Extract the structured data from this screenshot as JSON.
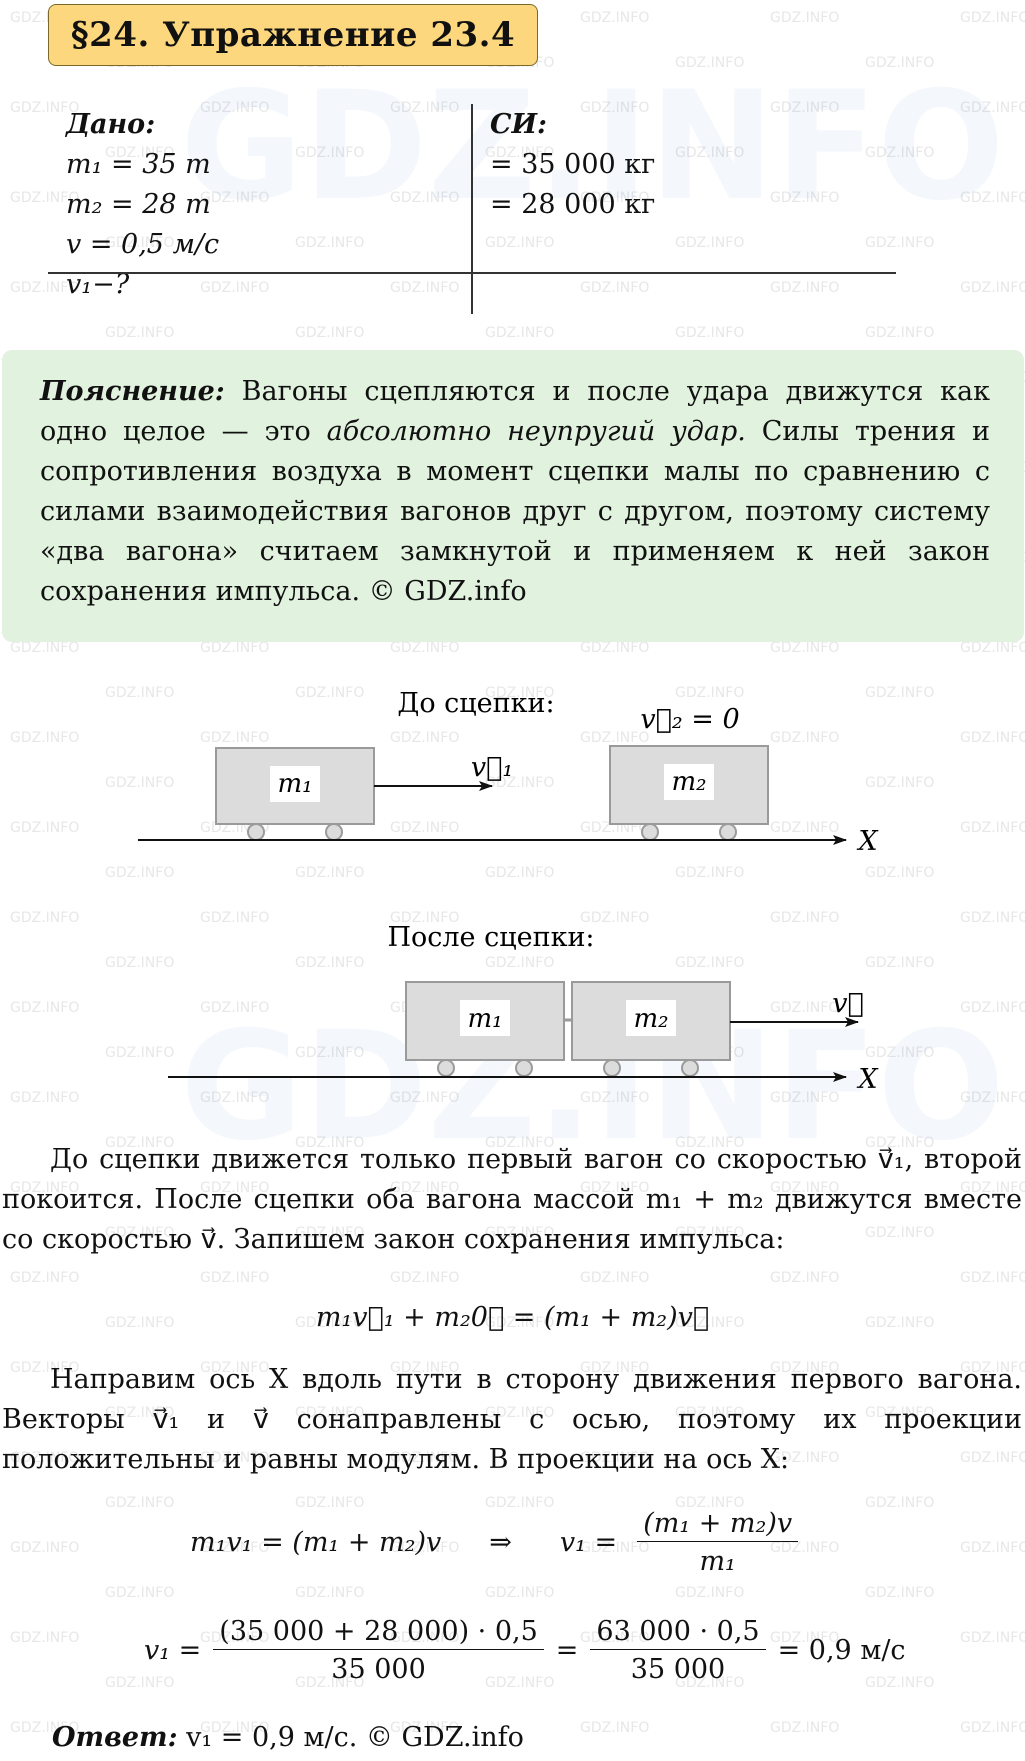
{
  "title": "§24. Упражнение 23.4",
  "watermark": "GDZ.INFO",
  "watermark_logo": "GDZ.INFO",
  "given": {
    "heading": "Дано:",
    "m1": "m₁ = 35 т",
    "m2": "m₂ = 28 т",
    "v": "v = 0,5 м/с",
    "find": "v₁−?"
  },
  "si": {
    "heading": "СИ:",
    "m1": "= 35 000 кг",
    "m2": "= 28 000 кг"
  },
  "explanation": {
    "label": "Пояснение:",
    "text1": " Вагоны сцепляются и после удара движутся как одно целое — это ",
    "italic": "абсолютно неупругий удар.",
    "text2": " Силы трения и сопротивления воздуха в момент сцепки малы по сравнению с силами взаимодействия вагонов друг с другом, поэтому систему «два вагона» считаем замкнутой и применяем к ней закон сохранения импульса. © GDZ.info"
  },
  "figure": {
    "before_caption": "До сцепки:",
    "after_caption": "После сцепки:",
    "v2_label": "v⃗₂ = 0",
    "v1_label": "v⃗₁",
    "v_label": "v⃗",
    "m1_label": "m₁",
    "m2_label": "m₂",
    "axis_label": "X"
  },
  "para1": "До сцепки движется только первый вагон со скоростью v⃗₁, второй покоится. После сцепки оба вагона массой m₁ + m₂ движутся вместе со скоростью v⃗. Запишем закон сохранения импульса:",
  "eq1": "m₁v⃗₁ + m₂0⃗ = (m₁ + m₂)v⃗",
  "para2": "Направим ось X вдоль пути в сторону движения первого вагона. Векторы v⃗₁ и v⃗ сонаправлены с осью, поэтому их проекции положительны и равны модулям. В проекции на ось X:",
  "eq2": {
    "left": "m₁v₁ = (m₁ + m₂)v",
    "arrow": "⇒",
    "result_lhs": "v₁ =",
    "num": "(m₁ + m₂)v",
    "den": "m₁"
  },
  "eq3": {
    "lhs": "v₁ =",
    "num1": "(35 000 + 28 000) · 0,5",
    "den1": "35 000",
    "eqsign": "=",
    "num2": "63 000 · 0,5",
    "den2": "35 000",
    "result": "= 0,9 м/с"
  },
  "answer": {
    "label": "Ответ:",
    "text": " v₁ = 0,9 м/с. © GDZ.info"
  }
}
